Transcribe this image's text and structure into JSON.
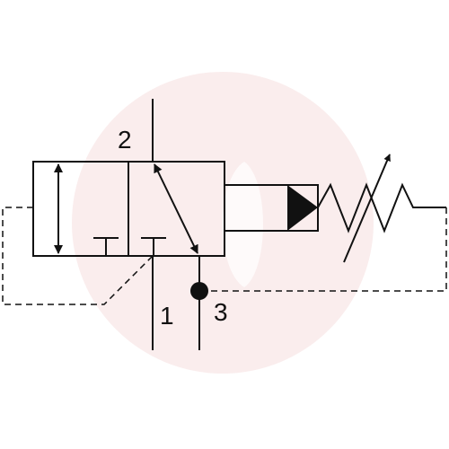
{
  "ports": {
    "port_2": "2",
    "port_1": "1",
    "port_3": "3"
  },
  "colors": {
    "line": "#111111",
    "watermark": "#f3dada",
    "background": "#ffffff"
  },
  "icons": {
    "watermark": "watermark-logo-icon",
    "spring": "adjustable-spring-icon",
    "pilot": "pilot-triangle-icon",
    "junction": "junction-dot-icon"
  }
}
